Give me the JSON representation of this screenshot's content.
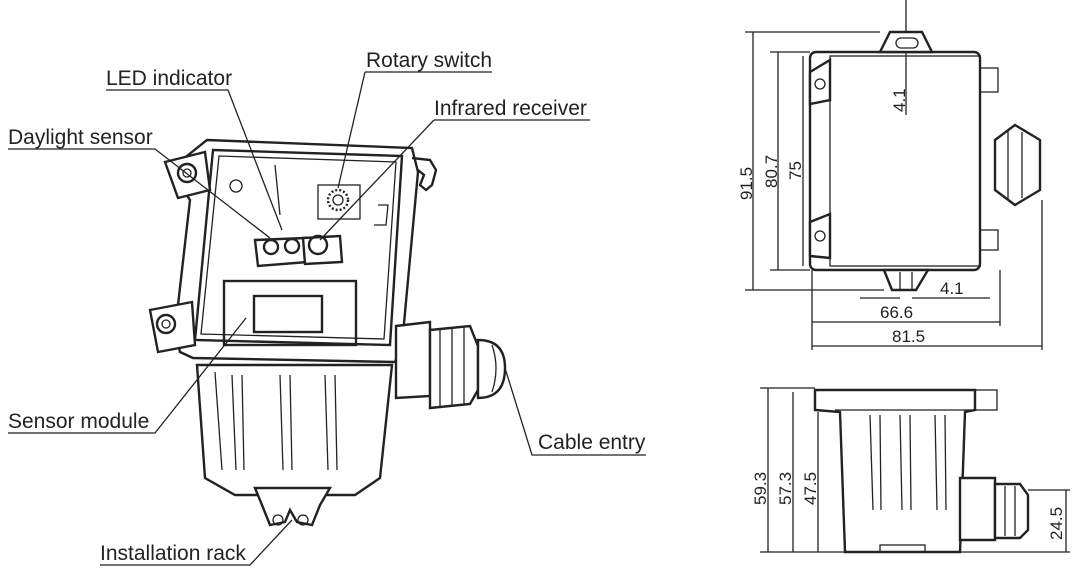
{
  "callouts": {
    "led_indicator": "LED indicator",
    "rotary_switch": "Rotary switch",
    "infrared_receiver": "Infrared receiver",
    "daylight_sensor": "Daylight sensor",
    "sensor_module": "Sensor module",
    "cable_entry": "Cable entry",
    "installation_rack": "Installation rack"
  },
  "top_view_dims": {
    "height_overall": "91.5",
    "height_body": "80.7",
    "height_inner": "75",
    "tab_top": "4.1",
    "tab_bottom": "4.1",
    "width_inner": "66.6",
    "width_overall": "81.5"
  },
  "side_view_dims": {
    "height_overall": "59.3",
    "height_body": "57.3",
    "height_inner": "47.5",
    "cable_height": "24.5"
  }
}
